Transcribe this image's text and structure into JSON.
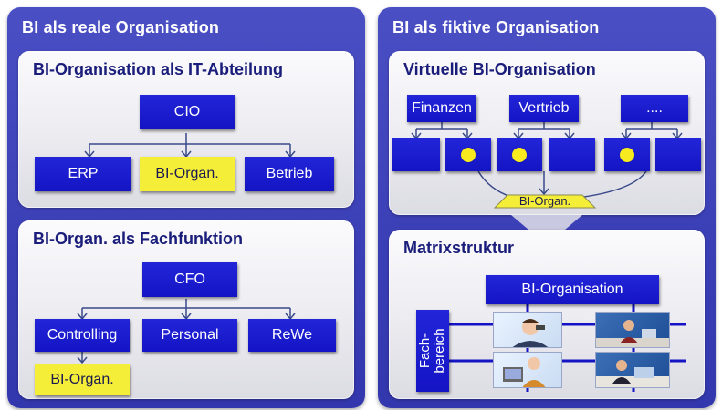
{
  "left": {
    "title": "BI als reale Organisation",
    "it_dept": {
      "title": "BI-Organisation als IT-Abteilung",
      "top": "CIO",
      "children": [
        "ERP",
        "BI-Organ.",
        "Betrieb"
      ]
    },
    "fachfunktion": {
      "title": "BI-Organ. als Fachfunktion",
      "top": "CFO",
      "children": [
        "Controlling",
        "Personal",
        "ReWe"
      ],
      "sub": "BI-Organ."
    }
  },
  "right": {
    "title": "BI als fiktive Organisation",
    "virtual": {
      "title": "Virtuelle BI-Organisation",
      "units": [
        "Finanzen",
        "Vertrieb",
        "...."
      ],
      "hub": "BI-Organ."
    },
    "matrix": {
      "title": "Matrixstruktur",
      "column_header": "BI-Organisation",
      "row_header": [
        "Fach-",
        "bereich"
      ]
    }
  },
  "colors": {
    "frame": "#3b3fb6",
    "node": "#1414c4",
    "highlight": "#f5ee38",
    "title_text": "#1a1d7a"
  }
}
